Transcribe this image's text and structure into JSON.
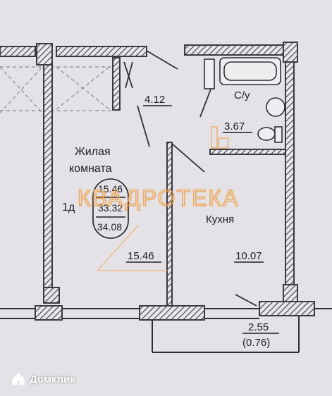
{
  "rooms": {
    "living_name_line1": "Жилая",
    "living_name_line2": "комната",
    "living_code": "1д",
    "living_area": "15.46",
    "kitchen_name": "Кухня",
    "kitchen_area": "10.07",
    "hall_area": "4.12",
    "bath_name": "С/у",
    "bath_area": "3.67",
    "balcony_area": "2.55",
    "balcony_area_reduced": "(0.76)"
  },
  "summary_badge": {
    "living": "15.46",
    "total": "33.32",
    "total_with_balcony": "34.08"
  },
  "watermark": {
    "text": "КВАДРОТЕКА",
    "color": "#f0a24a"
  },
  "brand": {
    "name": "Домклик",
    "icon": "home-house-icon"
  },
  "colors": {
    "background": "#e4e2e6",
    "wall": "#3a3a40",
    "ink": "#1e1e22"
  }
}
